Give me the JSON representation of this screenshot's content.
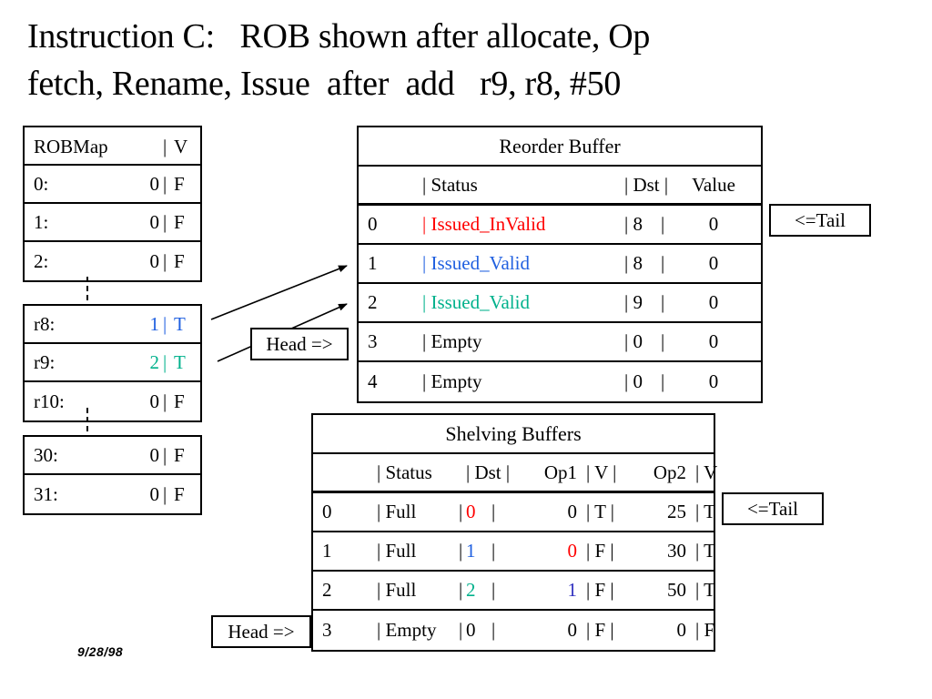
{
  "slide": {
    "title": "Instruction C:   ROB shown after allocate, Op\nfetch, Rename, Issue  after  add   r9, r8, #50",
    "footer_date": "9/28/98"
  },
  "colors": {
    "red": "#ff0000",
    "blue": "#2060e0",
    "teal": "#00b18c",
    "navy": "#3030c0",
    "black": "#000000"
  },
  "robmap": {
    "header": {
      "name": "ROBMap",
      "bar": "|",
      "v": "V"
    },
    "groups": [
      {
        "id": "top",
        "rows": [
          {
            "label": "0:",
            "value": "0",
            "bar": "|",
            "flag": "F",
            "color": "#000000"
          },
          {
            "label": "1:",
            "value": "0",
            "bar": "|",
            "flag": "F",
            "color": "#000000"
          },
          {
            "label": "2:",
            "value": "0",
            "bar": "|",
            "flag": "F",
            "color": "#000000"
          }
        ]
      },
      {
        "id": "mid",
        "rows": [
          {
            "label": "r8:",
            "value": "1",
            "bar": "|",
            "flag": "T",
            "color": "#2060e0"
          },
          {
            "label": "r9:",
            "value": "2",
            "bar": "|",
            "flag": "T",
            "color": "#00b18c"
          },
          {
            "label": "r10:",
            "value": "0",
            "bar": "|",
            "flag": "F",
            "color": "#000000"
          }
        ]
      },
      {
        "id": "bottom",
        "rows": [
          {
            "label": "30:",
            "value": "0",
            "bar": "|",
            "flag": "F",
            "color": "#000000"
          },
          {
            "label": "31:",
            "value": "0",
            "bar": "|",
            "flag": "F",
            "color": "#000000"
          }
        ]
      }
    ]
  },
  "reorder_buffer": {
    "title": "Reorder Buffer",
    "header": {
      "index": "",
      "status": "| Status",
      "dst": "| Dst |",
      "value": "Value"
    },
    "rows": [
      {
        "index": "0",
        "status": "| Issued_InValid",
        "status_color": "#ff0000",
        "dst": "| 8",
        "dst_color": "#000000",
        "bar": "|",
        "value": "0"
      },
      {
        "index": "1",
        "status": "| Issued_Valid",
        "status_color": "#2060e0",
        "dst": "| 8",
        "dst_color": "#000000",
        "bar": "|",
        "value": "0"
      },
      {
        "index": "2",
        "status": "| Issued_Valid",
        "status_color": "#00b18c",
        "dst": "| 9",
        "dst_color": "#000000",
        "bar": "|",
        "value": "0"
      },
      {
        "index": "3",
        "status": "| Empty",
        "status_color": "#000000",
        "dst": "| 0",
        "dst_color": "#000000",
        "bar": "|",
        "value": "0"
      },
      {
        "index": "4",
        "status": "| Empty",
        "status_color": "#000000",
        "dst": "| 0",
        "dst_color": "#000000",
        "bar": "|",
        "value": "0"
      }
    ]
  },
  "shelving_buffers": {
    "title": "Shelving Buffers",
    "header": {
      "index": "",
      "status": "| Status",
      "dst": "| Dst |",
      "op1": "Op1",
      "v1": "| V |",
      "op2": "Op2",
      "v2": "| V"
    },
    "rows": [
      {
        "index": "0",
        "status": "| Full",
        "dst": "0",
        "dst_color": "#ff0000",
        "op1": "0",
        "op1_color": "#000000",
        "v1": "| T |",
        "op2": "25",
        "v2": "| T"
      },
      {
        "index": "1",
        "status": "| Full",
        "dst": "1",
        "dst_color": "#2060e0",
        "op1": "0",
        "op1_color": "#ff0000",
        "v1": "| F |",
        "op2": "30",
        "v2": "| T"
      },
      {
        "index": "2",
        "status": "| Full",
        "dst": "2",
        "dst_color": "#00b18c",
        "op1": "1",
        "op1_color": "#3030c0",
        "v1": "| F |",
        "op2": "50",
        "v2": "| T"
      },
      {
        "index": "3",
        "status": "| Empty",
        "dst": "0",
        "dst_color": "#000000",
        "op1": "0",
        "op1_color": "#000000",
        "v1": "| F |",
        "op2": "0",
        "v2": "| F"
      }
    ]
  },
  "callouts": {
    "tail_rob": "<=Tail",
    "tail_shelf": "<=Tail",
    "head_rob": "Head =>",
    "head_shelf": "Head =>"
  }
}
